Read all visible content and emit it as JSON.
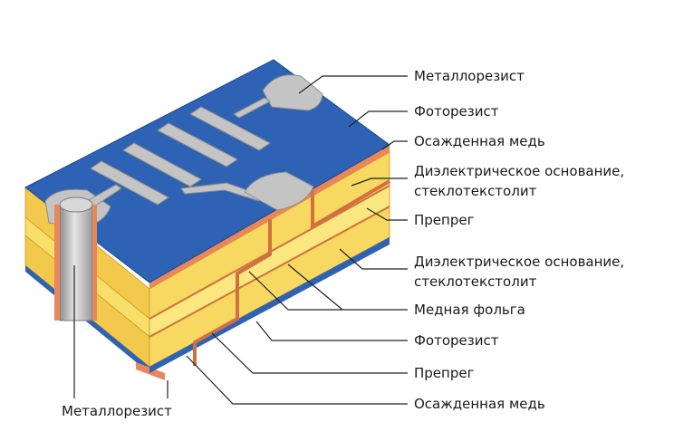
{
  "labels": {
    "metalloresist_top": "Металлорезист",
    "photoresist_top": "Фоторезист",
    "deposited_copper_top": "Осажденная медь",
    "dielectric_1_line1": "Диэлектрическое основание,",
    "dielectric_1_line2": "стеклотекстолит",
    "prepreg_top": "Препрег",
    "dielectric_2_line1": "Диэлектрическое основание,",
    "dielectric_2_line2": "стеклотекстолит",
    "copper_foil": "Медная фольга",
    "photoresist_bottom": "Фоторезист",
    "prepreg_bottom": "Препрег",
    "deposited_copper_bottom": "Осажденная медь",
    "metalloresist_left": "Металлорезист"
  },
  "colors": {
    "photoresist": "#2e62b4",
    "prepreg": "#f7df6a",
    "dielectric": "#f2c94c",
    "copper": "#e8875a",
    "metalloresist": "#b9b9b9",
    "leader": "#222222"
  }
}
